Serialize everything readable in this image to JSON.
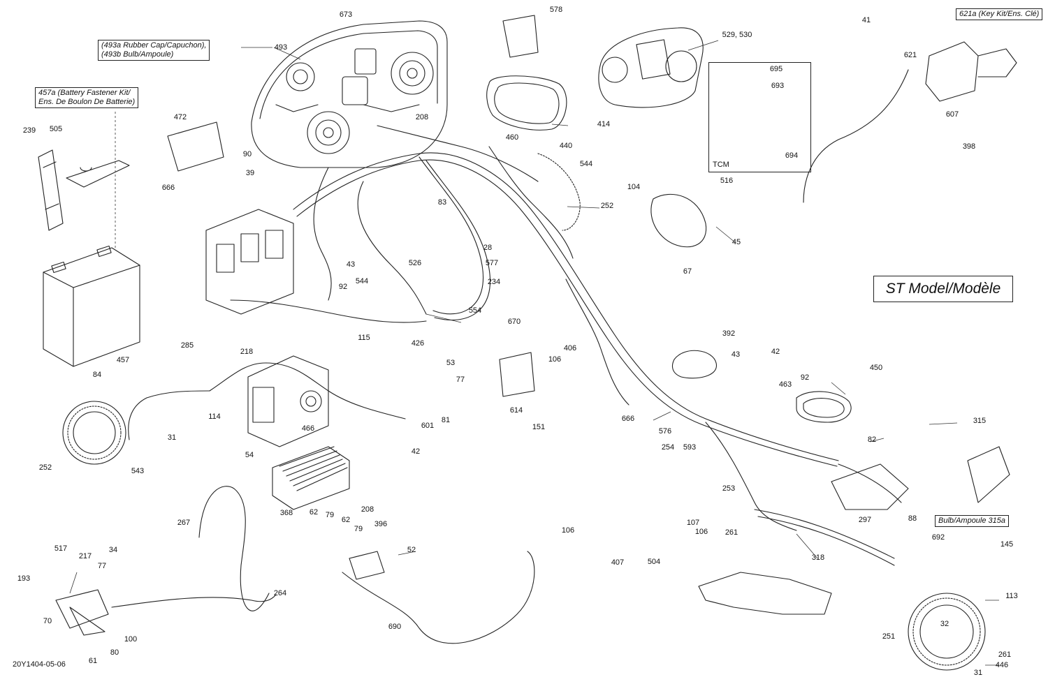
{
  "diagram": {
    "model_label": "ST Model/Modèle",
    "document_id": "20Y1404-05-06",
    "inset_label": "TCM",
    "callout_boxes": {
      "b493": [
        "(493a Rubber Cap/Capuchon),",
        "(493b Bulb/Ampoule)"
      ],
      "b457": [
        "457a (Battery Fastener Kit/",
        "Ens. De Boulon De Batterie)"
      ],
      "b621": [
        "621a (Key Kit/Ens. Clé)"
      ],
      "b315": [
        "Bulb/Ampoule 315a"
      ]
    },
    "part_labels": [
      "673",
      "578",
      "493",
      "529, 530",
      "621",
      "41",
      "607",
      "398",
      "695",
      "693",
      "694",
      "414",
      "208",
      "460",
      "440",
      "544",
      "252",
      "516",
      "104",
      "45",
      "67",
      "472",
      "90",
      "39",
      "666",
      "239",
      "505",
      "83",
      "28",
      "526",
      "577",
      "43",
      "92",
      "544",
      "554",
      "670",
      "234",
      "457",
      "285",
      "426",
      "218",
      "115",
      "53",
      "77",
      "614",
      "151",
      "106",
      "406",
      "392",
      "43",
      "42",
      "463",
      "92",
      "450",
      "315",
      "84",
      "114",
      "466",
      "601",
      "81",
      "31",
      "252",
      "543",
      "54",
      "42",
      "368",
      "666",
      "576",
      "254",
      "593",
      "82",
      "253",
      "107",
      "106",
      "261",
      "297",
      "88",
      "267",
      "208",
      "62",
      "79",
      "62",
      "79",
      "396",
      "52",
      "106",
      "407",
      "504",
      "318",
      "692",
      "145",
      "517",
      "217",
      "34",
      "77",
      "193",
      "264",
      "690",
      "113",
      "251",
      "32",
      "261",
      "31",
      "446",
      "70",
      "80",
      "61",
      "100"
    ]
  }
}
